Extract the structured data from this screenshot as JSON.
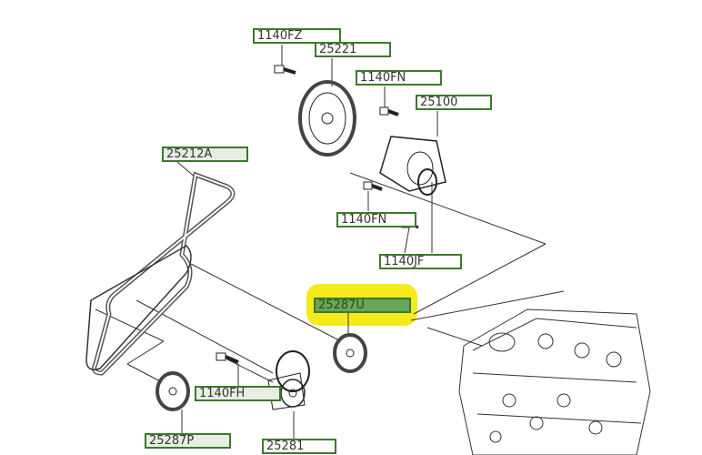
{
  "diagram": {
    "labels": [
      {
        "id": "1140FZ",
        "text": "1140FZ"
      },
      {
        "id": "25221",
        "text": "25221"
      },
      {
        "id": "1140FN-a",
        "text": "1140FN"
      },
      {
        "id": "25100",
        "text": "25100"
      },
      {
        "id": "25212A",
        "text": "25212A"
      },
      {
        "id": "1140FN-b",
        "text": "1140FN"
      },
      {
        "id": "1140JF",
        "text": "1140JF"
      },
      {
        "id": "25287U",
        "text": "25287U",
        "highlighted": true
      },
      {
        "id": "1140FH",
        "text": "1140FH"
      },
      {
        "id": "25287P",
        "text": "25287P"
      },
      {
        "id": "25281",
        "text": "25281"
      }
    ],
    "colors": {
      "label_border": "#3b7a2a",
      "highlight": "#f4ea1c",
      "selected_fill": "#6aa55a"
    }
  }
}
